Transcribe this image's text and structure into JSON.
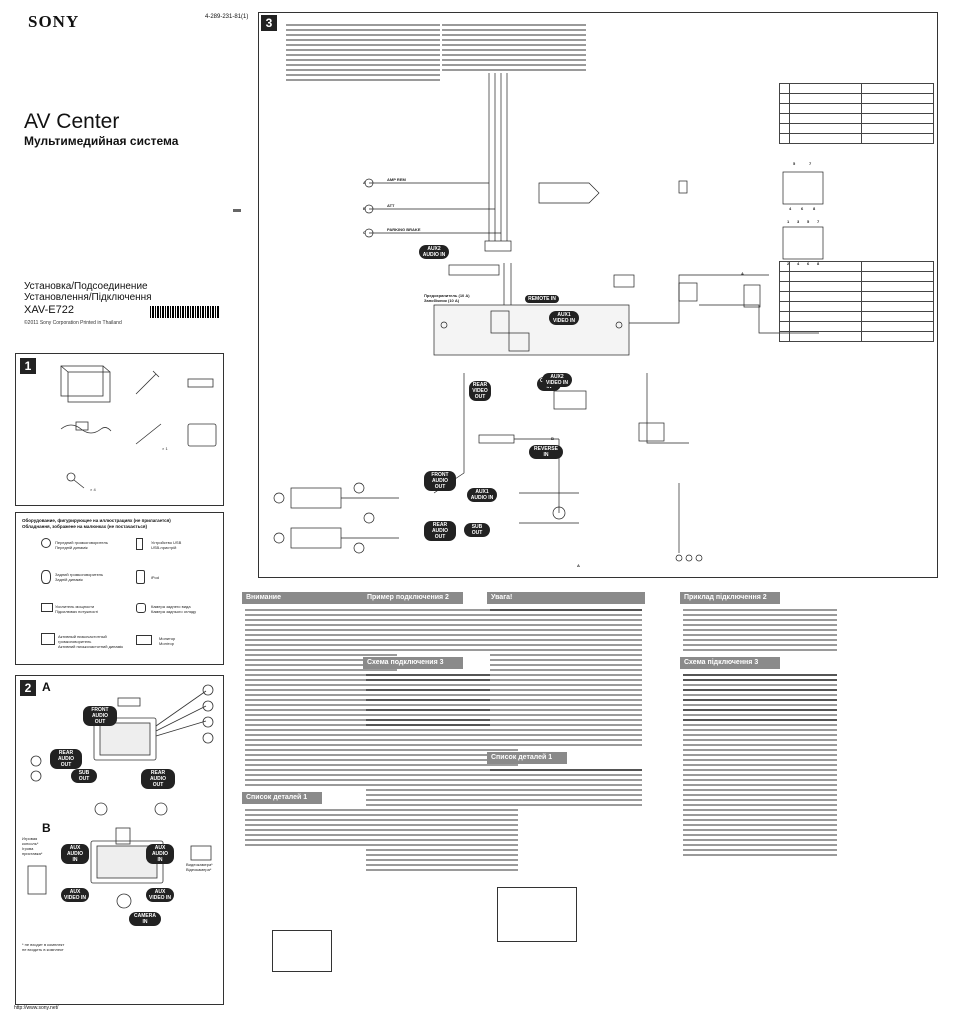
{
  "header": {
    "brand": "SONY",
    "part_number": "4-289-231-81(1)",
    "title_en": "AV Center",
    "title_ru": "Мультимедийная система",
    "subtitle": "Установка/Подсоединение\nУстановлення/Підключення",
    "model": "XAV-E722",
    "copyright": "©2011 Sony Corporation   Printed in Thailand",
    "url": "http://www.sony.net/"
  },
  "section1": {
    "num": "1",
    "item_counts": [
      "× 1",
      "× 4"
    ]
  },
  "legend": {
    "title": "Оборудование, фигурирующее на иллюстрациях (не прилагается)\nОбладнання, зображене на малюнках (не постачається)",
    "items": [
      "Передний громкоговоритель\nПередній динамік",
      "Устройство USB\nUSB-пристрій",
      "Задний громкоговоритель\nЗадній динамік",
      "iPod",
      "Усилитель мощности\nПідсилювач потужності",
      "Камера заднего вида\nКамера заднього огляду",
      "Активный низкочастотный громкоговоритель\nАктивний низькочастотний динамік",
      "Монитор\nМонітор"
    ]
  },
  "section2": {
    "num": "2",
    "parts": [
      "A",
      "B"
    ],
    "labels_a": [
      "FRONT AUDIO OUT",
      "REAR AUDIO OUT",
      "SUB OUT",
      "REAR AUDIO OUT"
    ],
    "labels_b": [
      "AUX AUDIO IN",
      "AUX AUDIO IN",
      "AUX VIDEO IN",
      "AUX VIDEO IN",
      "CAMERA IN"
    ],
    "side_left": "Игровая\nконсоль*\nІгрова\nприставка*",
    "side_right": "Видеокамера*\nВідеокамера*",
    "note": "*  не входит в комплект\n   не входить в комплект"
  },
  "section3": {
    "num": "3",
    "labels": [
      "AUX2 AUDIO IN",
      "REMOTE IN",
      "AUX1 VIDEO IN",
      "CAMERA IN",
      "AUX2 VIDEO IN",
      "REAR VIDEO OUT",
      "REVERSE IN",
      "FRONT AUDIO OUT",
      "AUX1 AUDIO IN",
      "REAR AUDIO OUT",
      "SUB OUT"
    ],
    "wire_labels": [
      "AMP REM",
      "ATT",
      "PARKING BRAKE"
    ],
    "fuse": "Предохранитель (10 A)\nЗапобіжник (10 A)",
    "markers": [
      "A",
      "B",
      "C",
      "A",
      "B",
      "A"
    ],
    "connector_numbers_top": [
      "5",
      "7",
      "4",
      "6",
      "8"
    ],
    "connector_numbers_bottom": [
      "1",
      "3",
      "5",
      "7",
      "2",
      "4",
      "6",
      "8"
    ]
  },
  "columns": [
    {
      "title": "Внимание"
    },
    {
      "title": "Пример подключения",
      "num": "2"
    },
    {
      "title": "Увага!"
    },
    {
      "title": "Приклад підключення",
      "num": "2"
    }
  ],
  "column_subheads": [
    {
      "title": "Список деталей",
      "num": "1"
    },
    {
      "title": "Схема подключения",
      "num": "3"
    },
    {
      "title": "Список деталей",
      "num": "1"
    },
    {
      "title": "Схема підключення",
      "num": "3"
    }
  ]
}
